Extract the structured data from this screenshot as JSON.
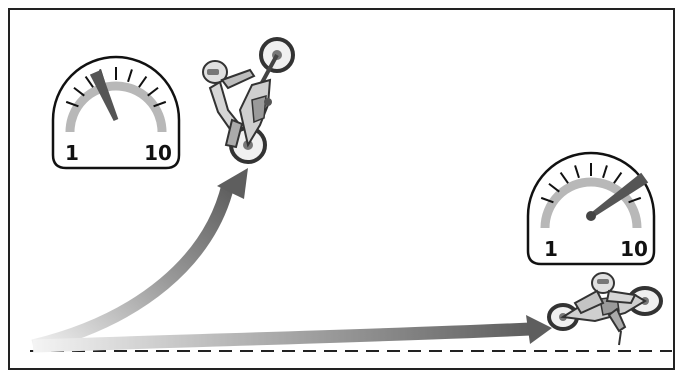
{
  "gauges": [
    {
      "id": "low",
      "min_label": "1",
      "max_label": "10",
      "needle_value": 4
    },
    {
      "id": "high",
      "min_label": "1",
      "max_label": "10",
      "needle_value": 9
    }
  ],
  "colors": {
    "frame": "#222222",
    "arrow_dark": "#6a6a6a",
    "arrow_light": "#e6e6e6",
    "gauge_arc": "#b8b8b8",
    "ground_line": "#222222"
  },
  "icons": [
    "motorcycle-wheelie-icon",
    "motorcycle-lean-icon"
  ]
}
